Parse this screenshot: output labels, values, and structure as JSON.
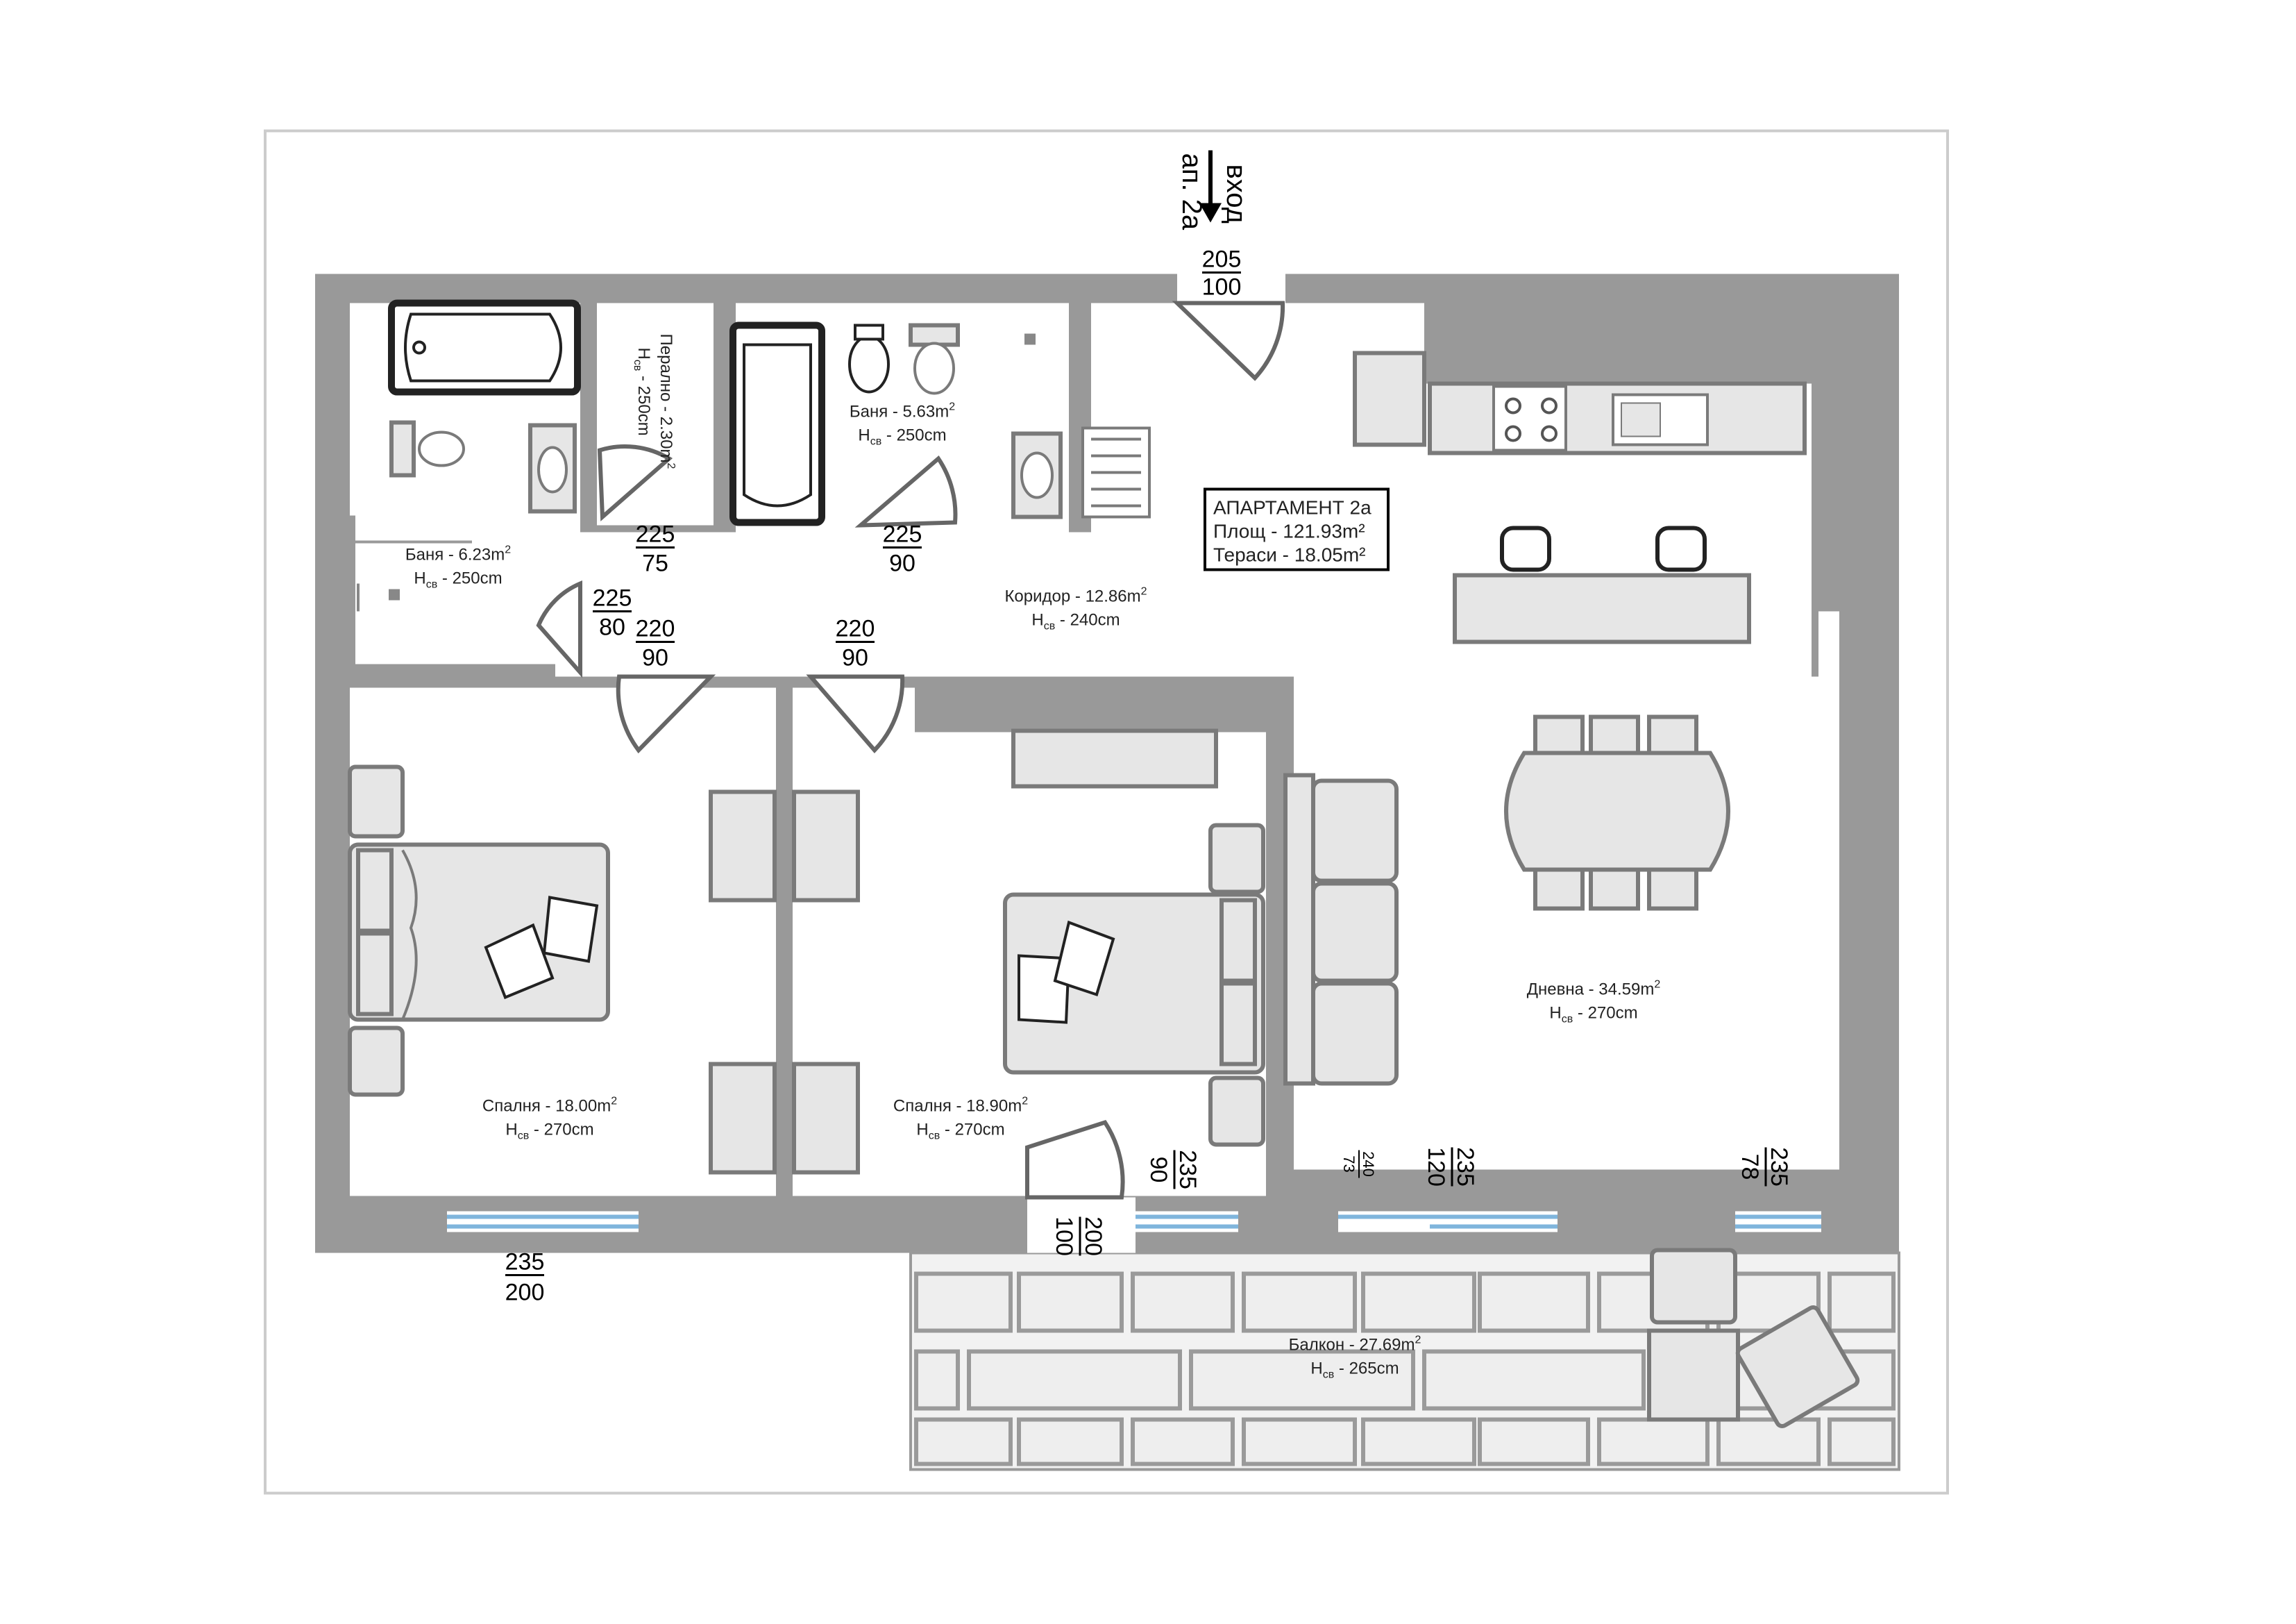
{
  "entrance": {
    "line1": "вход",
    "line2": "ап. 2а"
  },
  "info": {
    "title": "АПАРТАМЕНТ 2а",
    "area": "Площ - 121.93m²",
    "terraces": "Тераси - 18.05m²"
  },
  "rooms": {
    "bath1": {
      "name": "Баня - 6.23m",
      "sup": "2",
      "h": "H",
      "hsub": "св",
      "hval": " - 250cm"
    },
    "laundry": {
      "name": "Перално - 2.30m",
      "sup": "2",
      "h": "H",
      "hsub": "св",
      "hval": " - 250cm"
    },
    "bath2": {
      "name": "Баня - 5.63m",
      "sup": "2",
      "h": "H",
      "hsub": "св",
      "hval": " - 250cm"
    },
    "corridor": {
      "name": "Коридор - 12.86m",
      "sup": "2",
      "h": "H",
      "hsub": "св",
      "hval": " - 240cm"
    },
    "bed1": {
      "name": "Спалня - 18.00m",
      "sup": "2",
      "h": "H",
      "hsub": "св",
      "hval": " - 270cm"
    },
    "bed2": {
      "name": "Спалня - 18.90m",
      "sup": "2",
      "h": "H",
      "hsub": "св",
      "hval": " - 270cm"
    },
    "living": {
      "name": "Дневна - 34.59m",
      "sup": "2",
      "h": "H",
      "hsub": "св",
      "hval": " - 270cm"
    },
    "balcony": {
      "name": "Балкон - 27.69m",
      "sup": "2",
      "h": "H",
      "hsub": "св",
      "hval": " - 265cm"
    }
  },
  "openings": {
    "entry": {
      "top": "205",
      "bottom": "100"
    },
    "laundry": {
      "top": "225",
      "bottom": "75"
    },
    "bath2": {
      "top": "225",
      "bottom": "90"
    },
    "bath1": {
      "top": "225",
      "bottom": "80"
    },
    "bed1_door": {
      "top": "220",
      "bottom": "90"
    },
    "bed2_door": {
      "top": "220",
      "bottom": "90"
    },
    "bed1_window": {
      "top": "235",
      "bottom": "200"
    },
    "bed2_window": {
      "top": "235",
      "bottom": "90"
    },
    "balcony_door": {
      "top": "200",
      "bottom": "100"
    },
    "living_w1": {
      "top": "240",
      "bottom": "73"
    },
    "living_w2": {
      "top": "235",
      "bottom": "120"
    },
    "living_w3": {
      "top": "235",
      "bottom": "78"
    }
  }
}
